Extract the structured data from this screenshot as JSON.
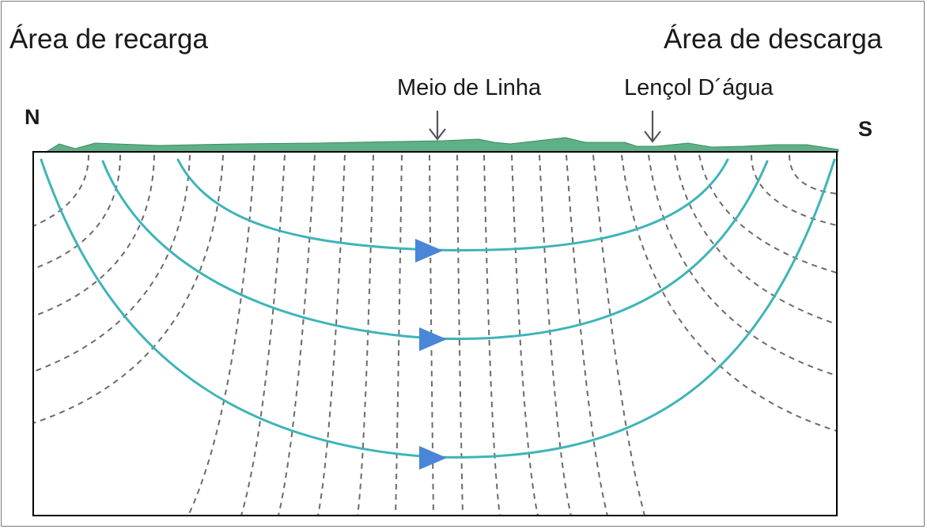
{
  "labels": {
    "recharge_area": "Área de recarga",
    "discharge_area": "Área de descarga",
    "midline": "Meio de Linha",
    "water_table": "Lençol D´água",
    "north": "N",
    "south": "S"
  },
  "colors": {
    "flow_line": "#3fb4b8",
    "equipotential": "#6b6b6b",
    "ground_surface": "#5fb086",
    "arrow": "#4a86d8",
    "pointer_arrow": "#55555f",
    "border": "#000000"
  }
}
